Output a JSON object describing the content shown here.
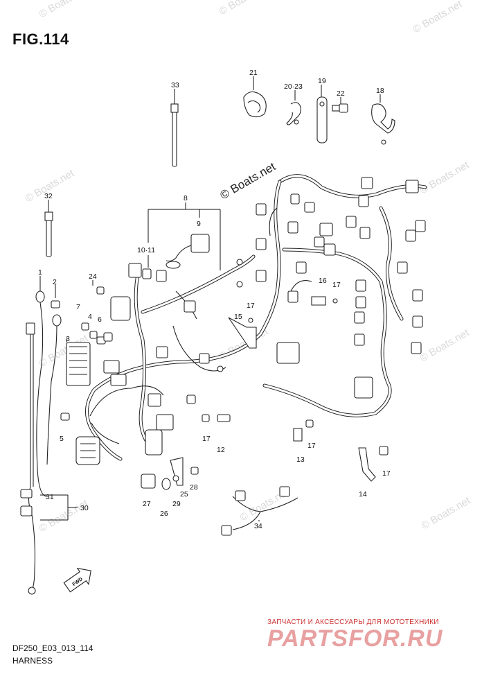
{
  "figure": {
    "title": "FIG.114",
    "code": "DF250_E03_013_114",
    "name": "HARNESS"
  },
  "watermark": "© Boats.net",
  "fwd_label": "FWD",
  "brand": {
    "tagline": "ЗАПЧАСТИ И АКСЕССУАРЫ ДЛЯ МОТОТЕХНИКИ",
    "logo": "PARTSFOR.RU"
  },
  "callouts": [
    "1",
    "2",
    "3",
    "4",
    "5",
    "6",
    "7",
    "8",
    "9",
    "10·11",
    "12",
    "13",
    "14",
    "15",
    "16",
    "17",
    "18",
    "19",
    "20·23",
    "21",
    "22",
    "24",
    "25",
    "26",
    "27",
    "28",
    "29",
    "30",
    "31",
    "32",
    "33",
    "34"
  ]
}
